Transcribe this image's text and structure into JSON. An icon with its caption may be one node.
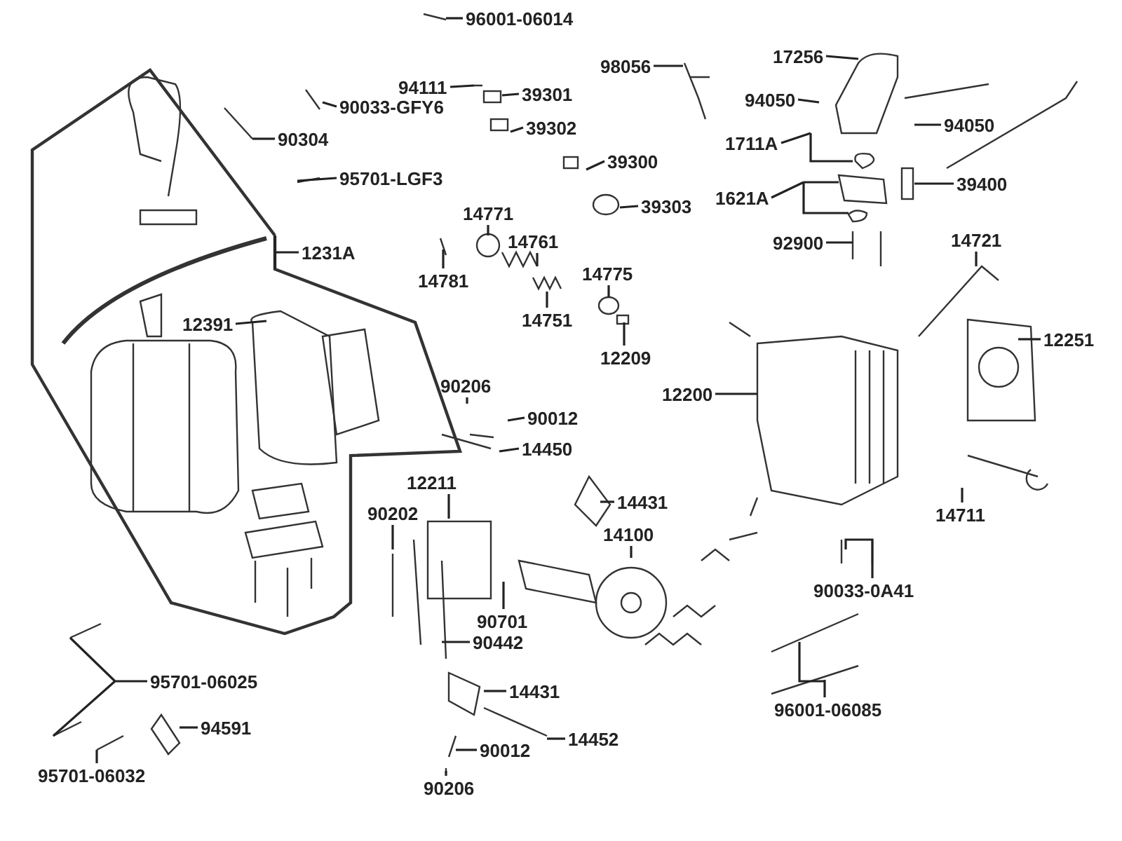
{
  "diagram": {
    "nodes": [
      {
        "text": [
          "96001-06014"
        ]
      },
      {
        "text": [
          "98056"
        ]
      },
      {
        "text": [
          "17256"
        ]
      },
      {
        "text": [
          "94111"
        ]
      },
      {
        "text": [
          "94050"
        ]
      },
      {
        "text": [
          "39301"
        ]
      },
      {
        "text": [
          "90033-GFY6"
        ]
      },
      {
        "text": [
          "94050"
        ]
      },
      {
        "text": [
          "39302"
        ]
      },
      {
        "text": [
          "90304"
        ]
      },
      {
        "text": [
          "1711A"
        ]
      },
      {
        "text": [
          "39300"
        ]
      },
      {
        "text": [
          "95701-LGF3"
        ]
      },
      {
        "text": [
          "39400"
        ]
      },
      {
        "text": [
          "39303"
        ]
      },
      {
        "text": [
          "1621A"
        ]
      },
      {
        "text": [
          "14771"
        ]
      },
      {
        "text": [
          "14721"
        ]
      },
      {
        "text": [
          "14761"
        ]
      },
      {
        "text": [
          "92900"
        ]
      },
      {
        "text": [
          "1231A"
        ]
      },
      {
        "text": [
          "14775"
        ]
      },
      {
        "text": [
          "14781"
        ]
      },
      {
        "text": [
          "14751"
        ]
      },
      {
        "text": [
          "12391"
        ]
      },
      {
        "text": [
          "12251"
        ]
      },
      {
        "text": [
          "12209"
        ]
      },
      {
        "text": [
          "90206"
        ]
      },
      {
        "text": [
          "12200"
        ]
      },
      {
        "text": [
          "90012"
        ]
      },
      {
        "text": [
          "14450"
        ]
      },
      {
        "text": [
          "12211"
        ]
      },
      {
        "text": [
          "14431"
        ]
      },
      {
        "text": [
          "90202"
        ]
      },
      {
        "text": [
          "14711"
        ]
      },
      {
        "text": [
          "14100"
        ]
      },
      {
        "text": [
          "90033-0A41"
        ]
      },
      {
        "text": [
          "90701"
        ]
      },
      {
        "text": [
          "90442"
        ]
      },
      {
        "text": [
          "95701-06025"
        ]
      },
      {
        "text": [
          "14431"
        ]
      },
      {
        "text": [
          "96001-06085"
        ]
      },
      {
        "text": [
          "94591"
        ]
      },
      {
        "text": [
          "14452"
        ]
      },
      {
        "text": [
          "90012"
        ]
      },
      {
        "text": [
          "95701-06032"
        ]
      },
      {
        "text": [
          "90206"
        ]
      }
    ],
    "edges": [
      {
        "from": 0,
        "to": null,
        "arrow": "none"
      },
      {
        "from": 1,
        "to": null,
        "arrow": "none"
      },
      {
        "from": 2,
        "to": null,
        "arrow": "none"
      },
      {
        "from": 3,
        "to": null,
        "arrow": "none"
      },
      {
        "from": 4,
        "to": null,
        "arrow": "none"
      },
      {
        "from": 5,
        "to": null,
        "arrow": "none"
      },
      {
        "from": 6,
        "to": null,
        "arrow": "none"
      },
      {
        "from": 7,
        "to": null,
        "arrow": "none"
      },
      {
        "from": 8,
        "to": null,
        "arrow": "none"
      },
      {
        "from": 9,
        "to": null,
        "arrow": "none"
      },
      {
        "from": 10,
        "to": null,
        "arrow": "none"
      },
      {
        "from": 11,
        "to": null,
        "arrow": "none"
      },
      {
        "from": 12,
        "to": null,
        "arrow": "none"
      },
      {
        "from": 13,
        "to": null,
        "arrow": "none"
      },
      {
        "from": 14,
        "to": null,
        "arrow": "none"
      },
      {
        "from": 15,
        "to": null,
        "arrow": "none"
      },
      {
        "from": 16,
        "to": null,
        "arrow": "none"
      },
      {
        "from": 17,
        "to": null,
        "arrow": "none"
      },
      {
        "from": 18,
        "to": null,
        "arrow": "none"
      },
      {
        "from": 19,
        "to": null,
        "arrow": "none"
      },
      {
        "from": 20,
        "to": null,
        "arrow": "none"
      },
      {
        "from": 21,
        "to": null,
        "arrow": "none"
      },
      {
        "from": 22,
        "to": null,
        "arrow": "none"
      },
      {
        "from": 23,
        "to": null,
        "arrow": "none"
      },
      {
        "from": 24,
        "to": null,
        "arrow": "none"
      },
      {
        "from": 25,
        "to": null,
        "arrow": "none"
      },
      {
        "from": 26,
        "to": null,
        "arrow": "none"
      },
      {
        "from": 27,
        "to": null,
        "arrow": "none"
      },
      {
        "from": 28,
        "to": null,
        "arrow": "none"
      },
      {
        "from": 29,
        "to": null,
        "arrow": "none"
      },
      {
        "from": 30,
        "to": null,
        "arrow": "none"
      },
      {
        "from": 31,
        "to": null,
        "arrow": "none"
      },
      {
        "from": 32,
        "to": null,
        "arrow": "none"
      },
      {
        "from": 33,
        "to": null,
        "arrow": "none"
      },
      {
        "from": 34,
        "to": null,
        "arrow": "none"
      },
      {
        "from": 35,
        "to": null,
        "arrow": "none"
      },
      {
        "from": 36,
        "to": null,
        "arrow": "none"
      },
      {
        "from": 37,
        "to": null,
        "arrow": "none"
      },
      {
        "from": 38,
        "to": null,
        "arrow": "none"
      },
      {
        "from": 39,
        "to": null,
        "arrow": "none"
      },
      {
        "from": 40,
        "to": null,
        "arrow": "none"
      },
      {
        "from": 41,
        "to": null,
        "arrow": "none"
      },
      {
        "from": 42,
        "to": null,
        "arrow": "none"
      },
      {
        "from": 43,
        "to": null,
        "arrow": "none"
      },
      {
        "from": 44,
        "to": null,
        "arrow": "none"
      },
      {
        "from": 45,
        "to": null,
        "arrow": "none"
      },
      {
        "from": 46,
        "to": null,
        "arrow": "none"
      }
    ]
  }
}
